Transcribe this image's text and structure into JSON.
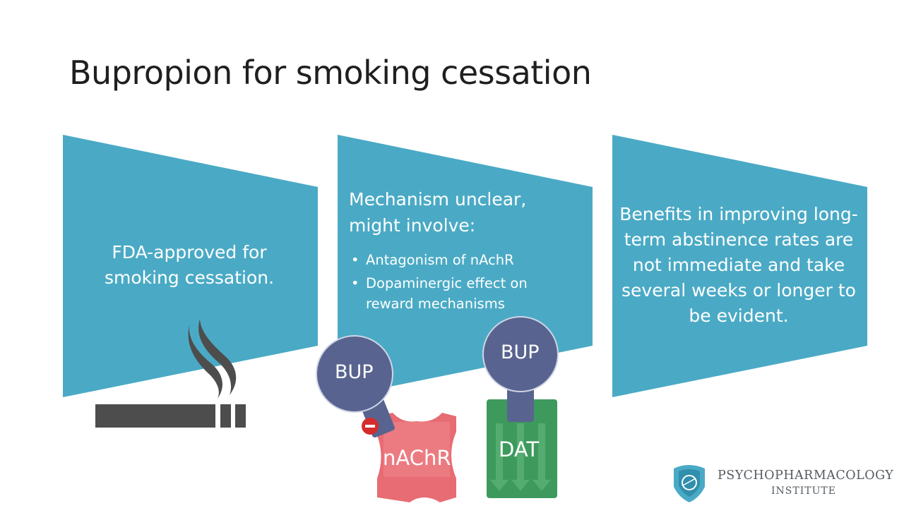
{
  "slide": {
    "title": "Bupropion for smoking cessation"
  },
  "panels": {
    "fda": {
      "text": "FDA-approved for smoking cessation."
    },
    "mechanism": {
      "heading": "Mechanism unclear, might involve:",
      "bullets": [
        "Antagonism of nAchR",
        "Dopaminergic effect on reward mechanisms"
      ]
    },
    "benefits": {
      "text": "Benefits in improving long-term abstinence rates are not immediate and take several weeks or longer to be evident."
    }
  },
  "diagram": {
    "bup_left": "BUP",
    "bup_right": "BUP",
    "receptor_left": "nAChR",
    "receptor_right": "DAT"
  },
  "logo": {
    "line1": "PSYCHOPHARMACOLOGY",
    "line2": "INSTITUTE"
  },
  "colors": {
    "panel": "#4aaac5",
    "bup": "#58648f",
    "nachr": "#e86c73",
    "dat": "#3d9a5c",
    "icon": "#4d4d4d"
  }
}
